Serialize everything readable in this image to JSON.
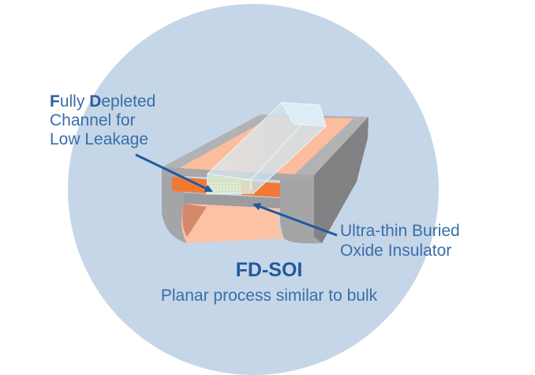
{
  "diagram": {
    "title": "FD-SOI",
    "subtitle": "Planar process similar to bulk",
    "labels": {
      "channel": {
        "line1_initial_1": "F",
        "line1_rest_1": "ully ",
        "line1_initial_2": "D",
        "line1_rest_2": "epleted",
        "line2": "Channel for",
        "line3": "Low Leakage"
      },
      "box": {
        "line1": "Ultra-thin Buried",
        "line2": "Oxide Insulator"
      }
    },
    "colors": {
      "background_circle": "#c5d6e8",
      "text": "#3a6ea8",
      "title": "#225a9a",
      "arrow": "#1f5a9e",
      "substrate_gray": "#a3a3a5",
      "substrate_dark": "#7f7f82",
      "silicon_light_orange": "#fbbd9e",
      "source_drain_orange": "#f07a35",
      "gate_glass": "#d6ecf5",
      "channel": "#e2dba8"
    }
  }
}
